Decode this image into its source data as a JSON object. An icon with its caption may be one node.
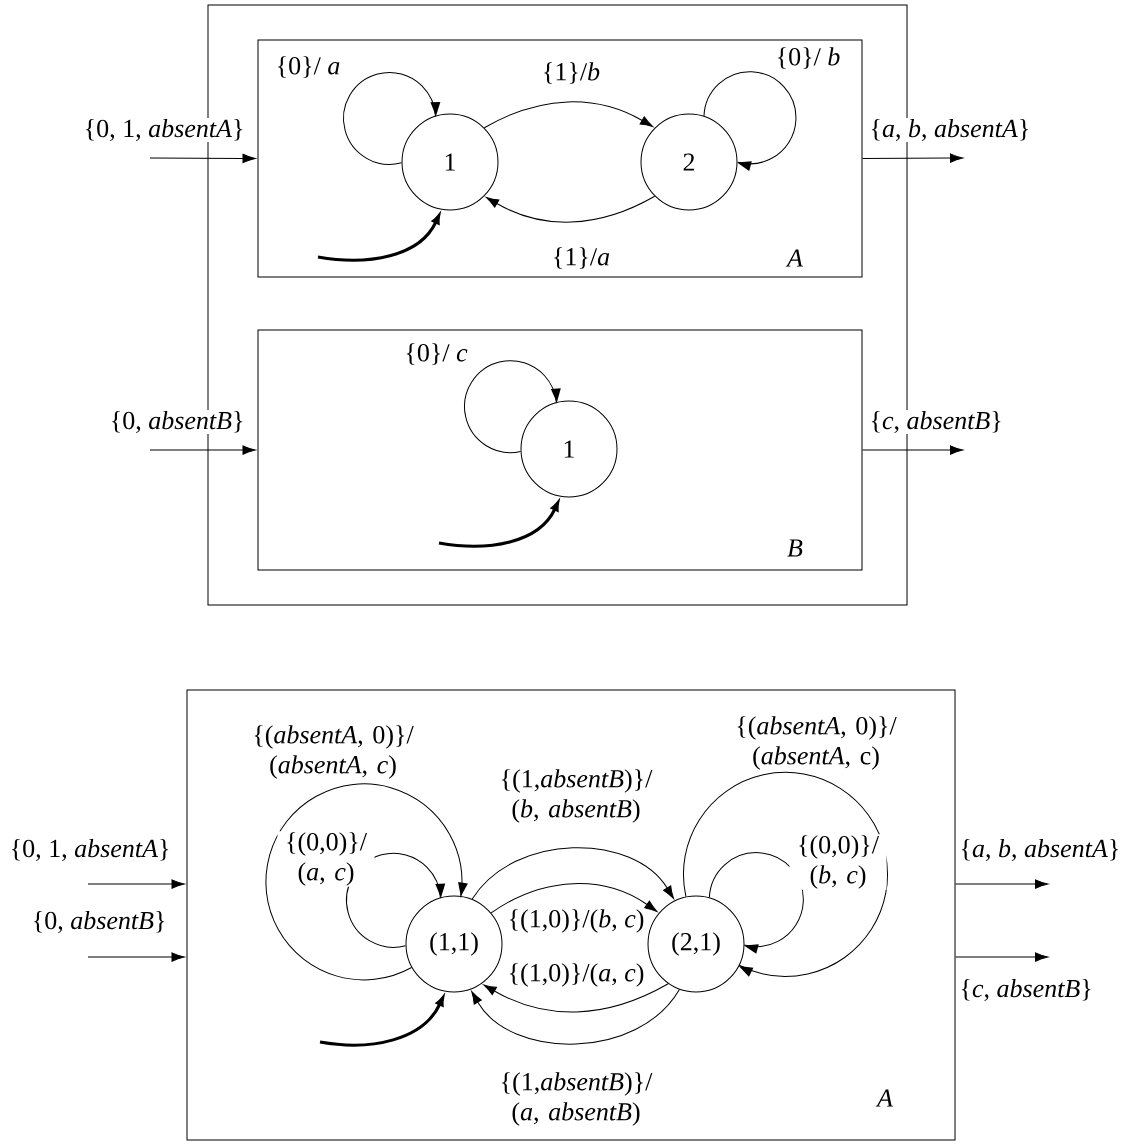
{
  "diagram": {
    "nodes": [
      {
        "text": [],
        "shape": "box"
      },
      {
        "text": [
          "A"
        ],
        "in": 0
      },
      {
        "text": [
          "1"
        ],
        "in": 1
      },
      {
        "text": [
          "2"
        ],
        "in": 1
      },
      {
        "text": [
          "B"
        ],
        "in": 0
      },
      {
        "text": [
          "1"
        ],
        "in": 4
      },
      {
        "text": [
          "A"
        ]
      },
      {
        "text": [
          "(1,1)"
        ],
        "in": 6
      },
      {
        "text": [
          "(2,1)"
        ],
        "in": 6
      }
    ],
    "edges": [
      {
        "from": null,
        "to": 1,
        "arrow": "to",
        "label": "{0, 1, *absentA*}"
      },
      {
        "from": 1,
        "to": null,
        "arrow": "to",
        "label": "{*a*, *b*, *absentA*}"
      },
      {
        "from": null,
        "to": 4,
        "arrow": "to",
        "label": "{0, *absentB*}"
      },
      {
        "from": 4,
        "to": null,
        "arrow": "to",
        "label": "{*c*, *absentB*}"
      },
      {
        "from": 2,
        "to": 2,
        "arrow": "to",
        "label": "{0}/ *a*"
      },
      {
        "from": 2,
        "to": 3,
        "arrow": "to",
        "label": "{1}/*b*"
      },
      {
        "from": 3,
        "to": 3,
        "arrow": "to",
        "label": "{0}/ *b*"
      },
      {
        "from": 3,
        "to": 2,
        "arrow": "to",
        "label": "{1}/*a*"
      },
      {
        "from": null,
        "to": 2,
        "arrow": "to",
        "style": "thick"
      },
      {
        "from": 5,
        "to": 5,
        "arrow": "to",
        "label": "{0}/ *c*"
      },
      {
        "from": null,
        "to": 5,
        "arrow": "to",
        "style": "thick"
      },
      {
        "from": null,
        "to": 6,
        "arrow": "to",
        "label": "{0, 1, *absentA*}"
      },
      {
        "from": null,
        "to": 6,
        "arrow": "to",
        "label": "{0, *absentB*}"
      },
      {
        "from": 6,
        "to": null,
        "arrow": "to",
        "label": "{*a*, *b*, *absentA*}"
      },
      {
        "from": 6,
        "to": null,
        "arrow": "to",
        "label": "{*c*, *absentB*}"
      },
      {
        "from": 7,
        "to": 7,
        "arrow": "to",
        "label": "{(*absentA*, 0)}/ (*absentA*, *c*)"
      },
      {
        "from": 7,
        "to": 7,
        "arrow": "to",
        "label": "{(0,0)}/ (*a*, *c*)"
      },
      {
        "from": 7,
        "to": 8,
        "arrow": "to",
        "label": "{(1,*absentB*)}/ (*b*, *absentB*)"
      },
      {
        "from": 7,
        "to": 8,
        "arrow": "to",
        "label": "{(1,0)}/(*b*, *c*)"
      },
      {
        "from": 8,
        "to": 8,
        "arrow": "to",
        "label": "{(*absentA*, 0)}/ (*absentA*, c)"
      },
      {
        "from": 8,
        "to": 8,
        "arrow": "to",
        "label": "{(0,0)}/ (*b*, *c*)"
      },
      {
        "from": 8,
        "to": 7,
        "arrow": "to",
        "label": "{(1,0)}/(*a*, *c*)"
      },
      {
        "from": 8,
        "to": 7,
        "arrow": "to",
        "label": "{(1,*absentB*)}/ (*a*, *absentB*)"
      },
      {
        "from": null,
        "to": 7,
        "arrow": "to",
        "style": "thick"
      }
    ]
  }
}
